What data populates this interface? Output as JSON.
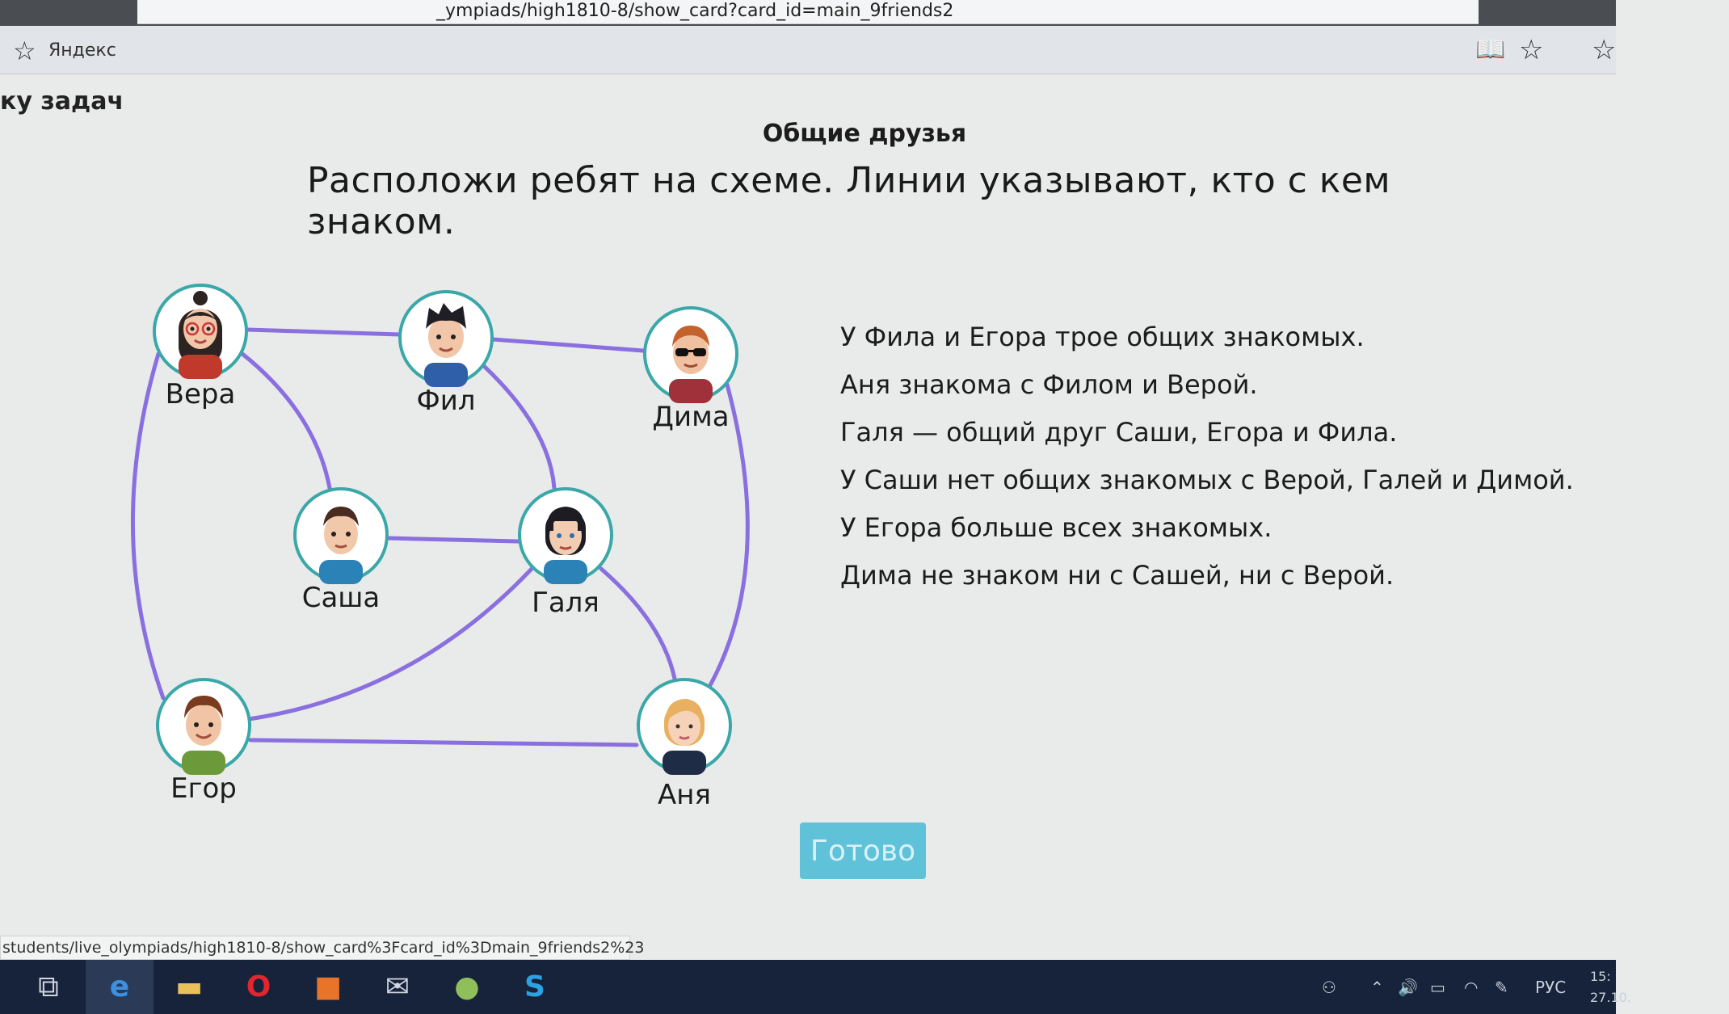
{
  "browser": {
    "url": "_ympiads/high1810-8/show_card?card_id=main_9friends2",
    "bookmark_label": "Яндекс",
    "status_url": "students/live_olympiads/high1810-8/show_card%3Fcard_id%3Dmain_9friends2%23"
  },
  "page": {
    "back_link": "ку задач",
    "title": "Общие друзья",
    "task": "Расположи ребят на схеме. Линии указывают, кто с кем знаком.",
    "done_button": "Готово"
  },
  "diagram": {
    "nodes": [
      {
        "id": "vera",
        "label": "Вера"
      },
      {
        "id": "fil",
        "label": "Фил"
      },
      {
        "id": "dima",
        "label": "Дима"
      },
      {
        "id": "sasha",
        "label": "Саша"
      },
      {
        "id": "galya",
        "label": "Галя"
      },
      {
        "id": "egor",
        "label": "Егор"
      },
      {
        "id": "anya",
        "label": "Аня"
      }
    ],
    "edges": [
      [
        "vera",
        "fil"
      ],
      [
        "fil",
        "dima"
      ],
      [
        "vera",
        "sasha"
      ],
      [
        "vera",
        "egor"
      ],
      [
        "fil",
        "galya"
      ],
      [
        "sasha",
        "galya"
      ],
      [
        "galya",
        "egor"
      ],
      [
        "galya",
        "anya"
      ],
      [
        "egor",
        "anya"
      ],
      [
        "dima",
        "anya"
      ]
    ],
    "edge_color": "#8a6fe0",
    "node_border_color": "#3aa7a8"
  },
  "clues": [
    "У Фила и Егора трое общих знакомых.",
    "Аня знакома с Филом и Верой.",
    "Галя — общий друг Саши, Егора и Фила.",
    "У Саши нет общих знакомых с Верой, Галей и Димой.",
    "У Егора больше всех знакомых.",
    "Дима не знаком ни с Сашей, ни с Верой."
  ],
  "taskbar": {
    "tray_lang": "РУС",
    "clock_time": "15:",
    "clock_date": "27.10."
  }
}
